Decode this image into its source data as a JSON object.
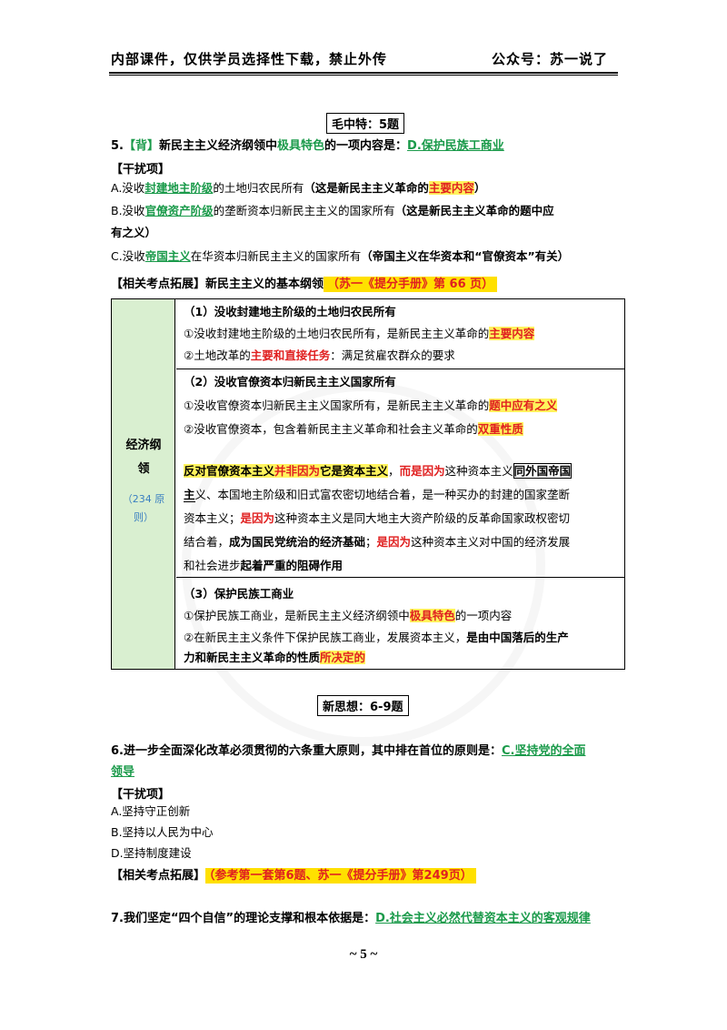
{
  "header": {
    "left": "内部课件，仅供学员选择性下载，禁止外传",
    "right": "公众号：苏一说了"
  },
  "section1_title": "毛中特：5题",
  "q5": {
    "num": "5.",
    "tag": "【背】",
    "pre": "新民主主义经济纲领中",
    "key": "极具特色",
    "mid": "的一项内容是：",
    "answer": "D.保护民族工商业"
  },
  "distractor_label": "【干扰项】",
  "q5_options": {
    "a": {
      "pre": "A.没收",
      "key": "封建地主阶级",
      "post": "的土地归农民所有",
      "note1": "（这是新民主主义革命的",
      "note_red": "主要内容",
      "note2": "）"
    },
    "b": {
      "pre": "B.没收",
      "key": "官僚资产阶级",
      "post": "的垄断资本归新民主主义的国家所有",
      "note1": "（这是新民主主义革命的题中应",
      "note2": "有之义）"
    },
    "c": {
      "pre": "C.没收",
      "key": "帝国主义",
      "post": "在华资本归新民主主义的国家所有",
      "note": "（帝国主义在华资本和“官僚资本”有关）"
    }
  },
  "q5_ext": {
    "label": "【相关考点拓展】新民主主义的基本纲领",
    "ref": "（苏一《提分手册》第 66 页）"
  },
  "table": {
    "left_title_1": "经济纲",
    "left_title_2": "领",
    "left_sub_1": "（234 原",
    "left_sub_2": "则）",
    "s1": {
      "title": "（1）没收封建地主阶级的土地归农民所有",
      "l1a": "①没收封建地主阶级的土地归农民所有，是新民主主义革命的",
      "l1b": "主要内容",
      "l2a": "②土地改革的",
      "l2b": "主要和直接任务",
      "l2c": "：满足贫雇农群众的要求"
    },
    "s2": {
      "title": "（2）没收官僚资本归新民主主义国家所有",
      "l1a": "①没收官僚资本归新民主主义国家所有，是新民主主义革命的",
      "l1b": "题中应有之义",
      "l2a": "②没收官僚资本，包含着新民主主义革命和社会主义革命的",
      "l2b": "双重性质",
      "p1a": "反对官僚资本主义",
      "p1b": "并非因为",
      "p1c": "它是资本主义",
      "p1d": "，",
      "p1e": "而是因为",
      "p1f": "这种资本主义",
      "p1g": "同外国帝国",
      "p2a": "主",
      "p2b": "义、本国地主阶级和旧式富农密切地结合着，是一种买办的封建的国家垄断",
      "p3a": "资本主义；",
      "p3b": "是因为",
      "p3c": "这种资本主义是同大地主大资产阶级的反革命国家政权密切",
      "p4a": "结合着，",
      "p4b": "成为国民党统治的经济基础",
      "p4c": "；",
      "p4d": "是因为",
      "p4e": "这种资本主义对中国的经济发展",
      "p5a": "和社会进步",
      "p5b": "起着严重的阻碍作用"
    },
    "s3": {
      "title": "（3）保护民族工商业",
      "l1a": "①保护民族工商业，是新民主主义经济纲领中",
      "l1b": "极具特色",
      "l1c": "的一项内容",
      "l2a": "②在新民主主义条件下保护民族工商业，发展资本主义，",
      "l2b": "是由中国落后的生产",
      "l3a": "力和新民主主义革命的性质",
      "l3b": "所决定的"
    }
  },
  "section2_title": "新思想：6-9题",
  "q6": {
    "line1": "6.进一步全面深化改革必须贯彻的六条重大原则，其中排在首位的原则是：",
    "answer1": "C.坚持党的全面",
    "answer2": "领导",
    "options": [
      "A.坚持守正创新",
      "B.坚持以人民为中心",
      "D.坚持制度建设"
    ],
    "ext_label": "【相关考点拓展】",
    "ext_ref": "（参考第一套第6题、苏一《提分手册》第249页）"
  },
  "q7": {
    "line": "7.我们坚定“四个自信”的理论支撑和根本依据是：",
    "answer": "D.社会主义必然代替资本主义的客观规律"
  },
  "page_number": "~ 5 ~"
}
